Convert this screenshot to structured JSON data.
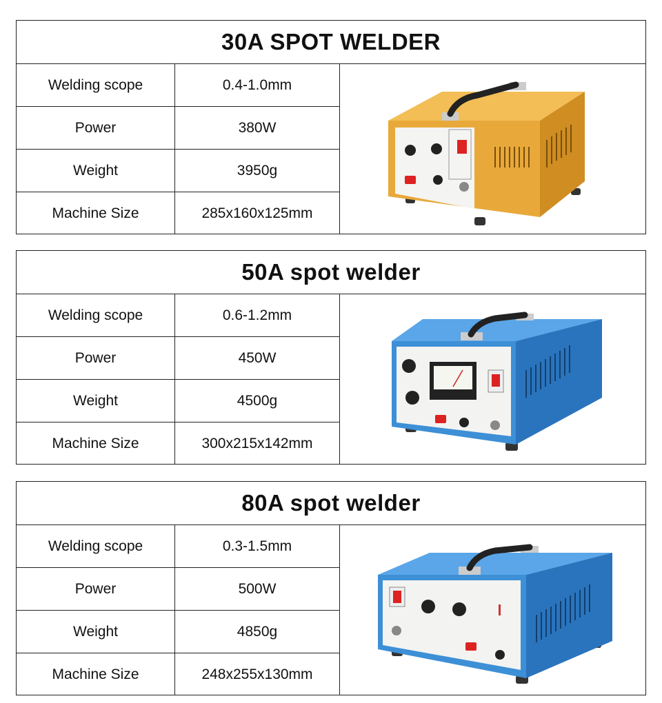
{
  "products": [
    {
      "title": "30A SPOT WELDER",
      "specs": [
        {
          "label": "Welding scope",
          "value": "0.4-1.0mm"
        },
        {
          "label": "Power",
          "value": "380W"
        },
        {
          "label": "Weight",
          "value": "3950g"
        },
        {
          "label": "Machine Size",
          "value": "285x160x125mm"
        }
      ],
      "image": {
        "subject": "orange spot welder machine",
        "color": "#e8a93a"
      }
    },
    {
      "title": "50A spot welder",
      "specs": [
        {
          "label": "Welding scope",
          "value": "0.6-1.2mm"
        },
        {
          "label": "Power",
          "value": "450W"
        },
        {
          "label": "Weight",
          "value": "4500g"
        },
        {
          "label": "Machine Size",
          "value": "300x215x142mm"
        }
      ],
      "image": {
        "subject": "blue spot welder machine with meter",
        "color": "#3d8fd6"
      }
    },
    {
      "title": "80A spot welder",
      "specs": [
        {
          "label": "Welding scope",
          "value": "0.3-1.5mm"
        },
        {
          "label": "Power",
          "value": "500W"
        },
        {
          "label": "Weight",
          "value": "4850g"
        },
        {
          "label": "Machine Size",
          "value": "248x255x130mm"
        }
      ],
      "image": {
        "subject": "blue spot welder machine",
        "color": "#3d8fd6"
      }
    }
  ]
}
